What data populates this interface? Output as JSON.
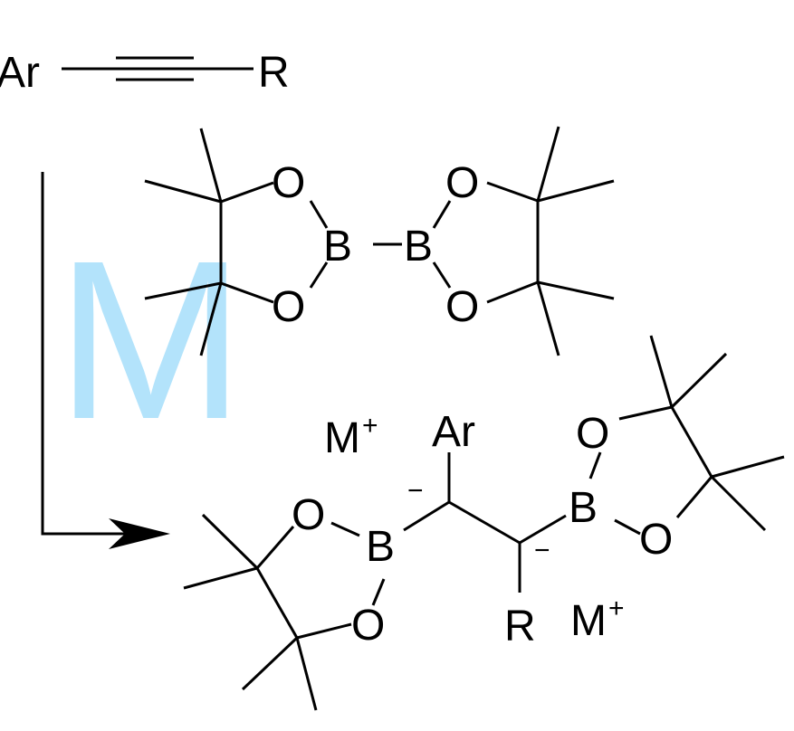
{
  "watermark": {
    "letter": "M",
    "color": "#b3e3fb"
  },
  "reactant": {
    "aryl": "Ar",
    "substituent": "R"
  },
  "reagent": {
    "left_boron": "B",
    "right_boron": "B",
    "oxygen_tl": "O",
    "oxygen_bl": "O",
    "oxygen_tr": "O",
    "oxygen_br": "O"
  },
  "product": {
    "counterion_1": "M",
    "counterion_1_charge": "+",
    "counterion_2": "M",
    "counterion_2_charge": "+",
    "aryl": "Ar",
    "substituent": "R",
    "carbanion_1_charge": "−",
    "carbanion_2_charge": "−",
    "left_boron": "B",
    "left_oxygen_top": "O",
    "left_oxygen_bottom": "O",
    "right_boron": "B",
    "right_oxygen_top": "O",
    "right_oxygen_bottom": "O"
  },
  "icons": {
    "arrow": "reaction-arrow-icon"
  },
  "colors": {
    "ink": "#000000",
    "watermark": "#b3e3fb"
  }
}
